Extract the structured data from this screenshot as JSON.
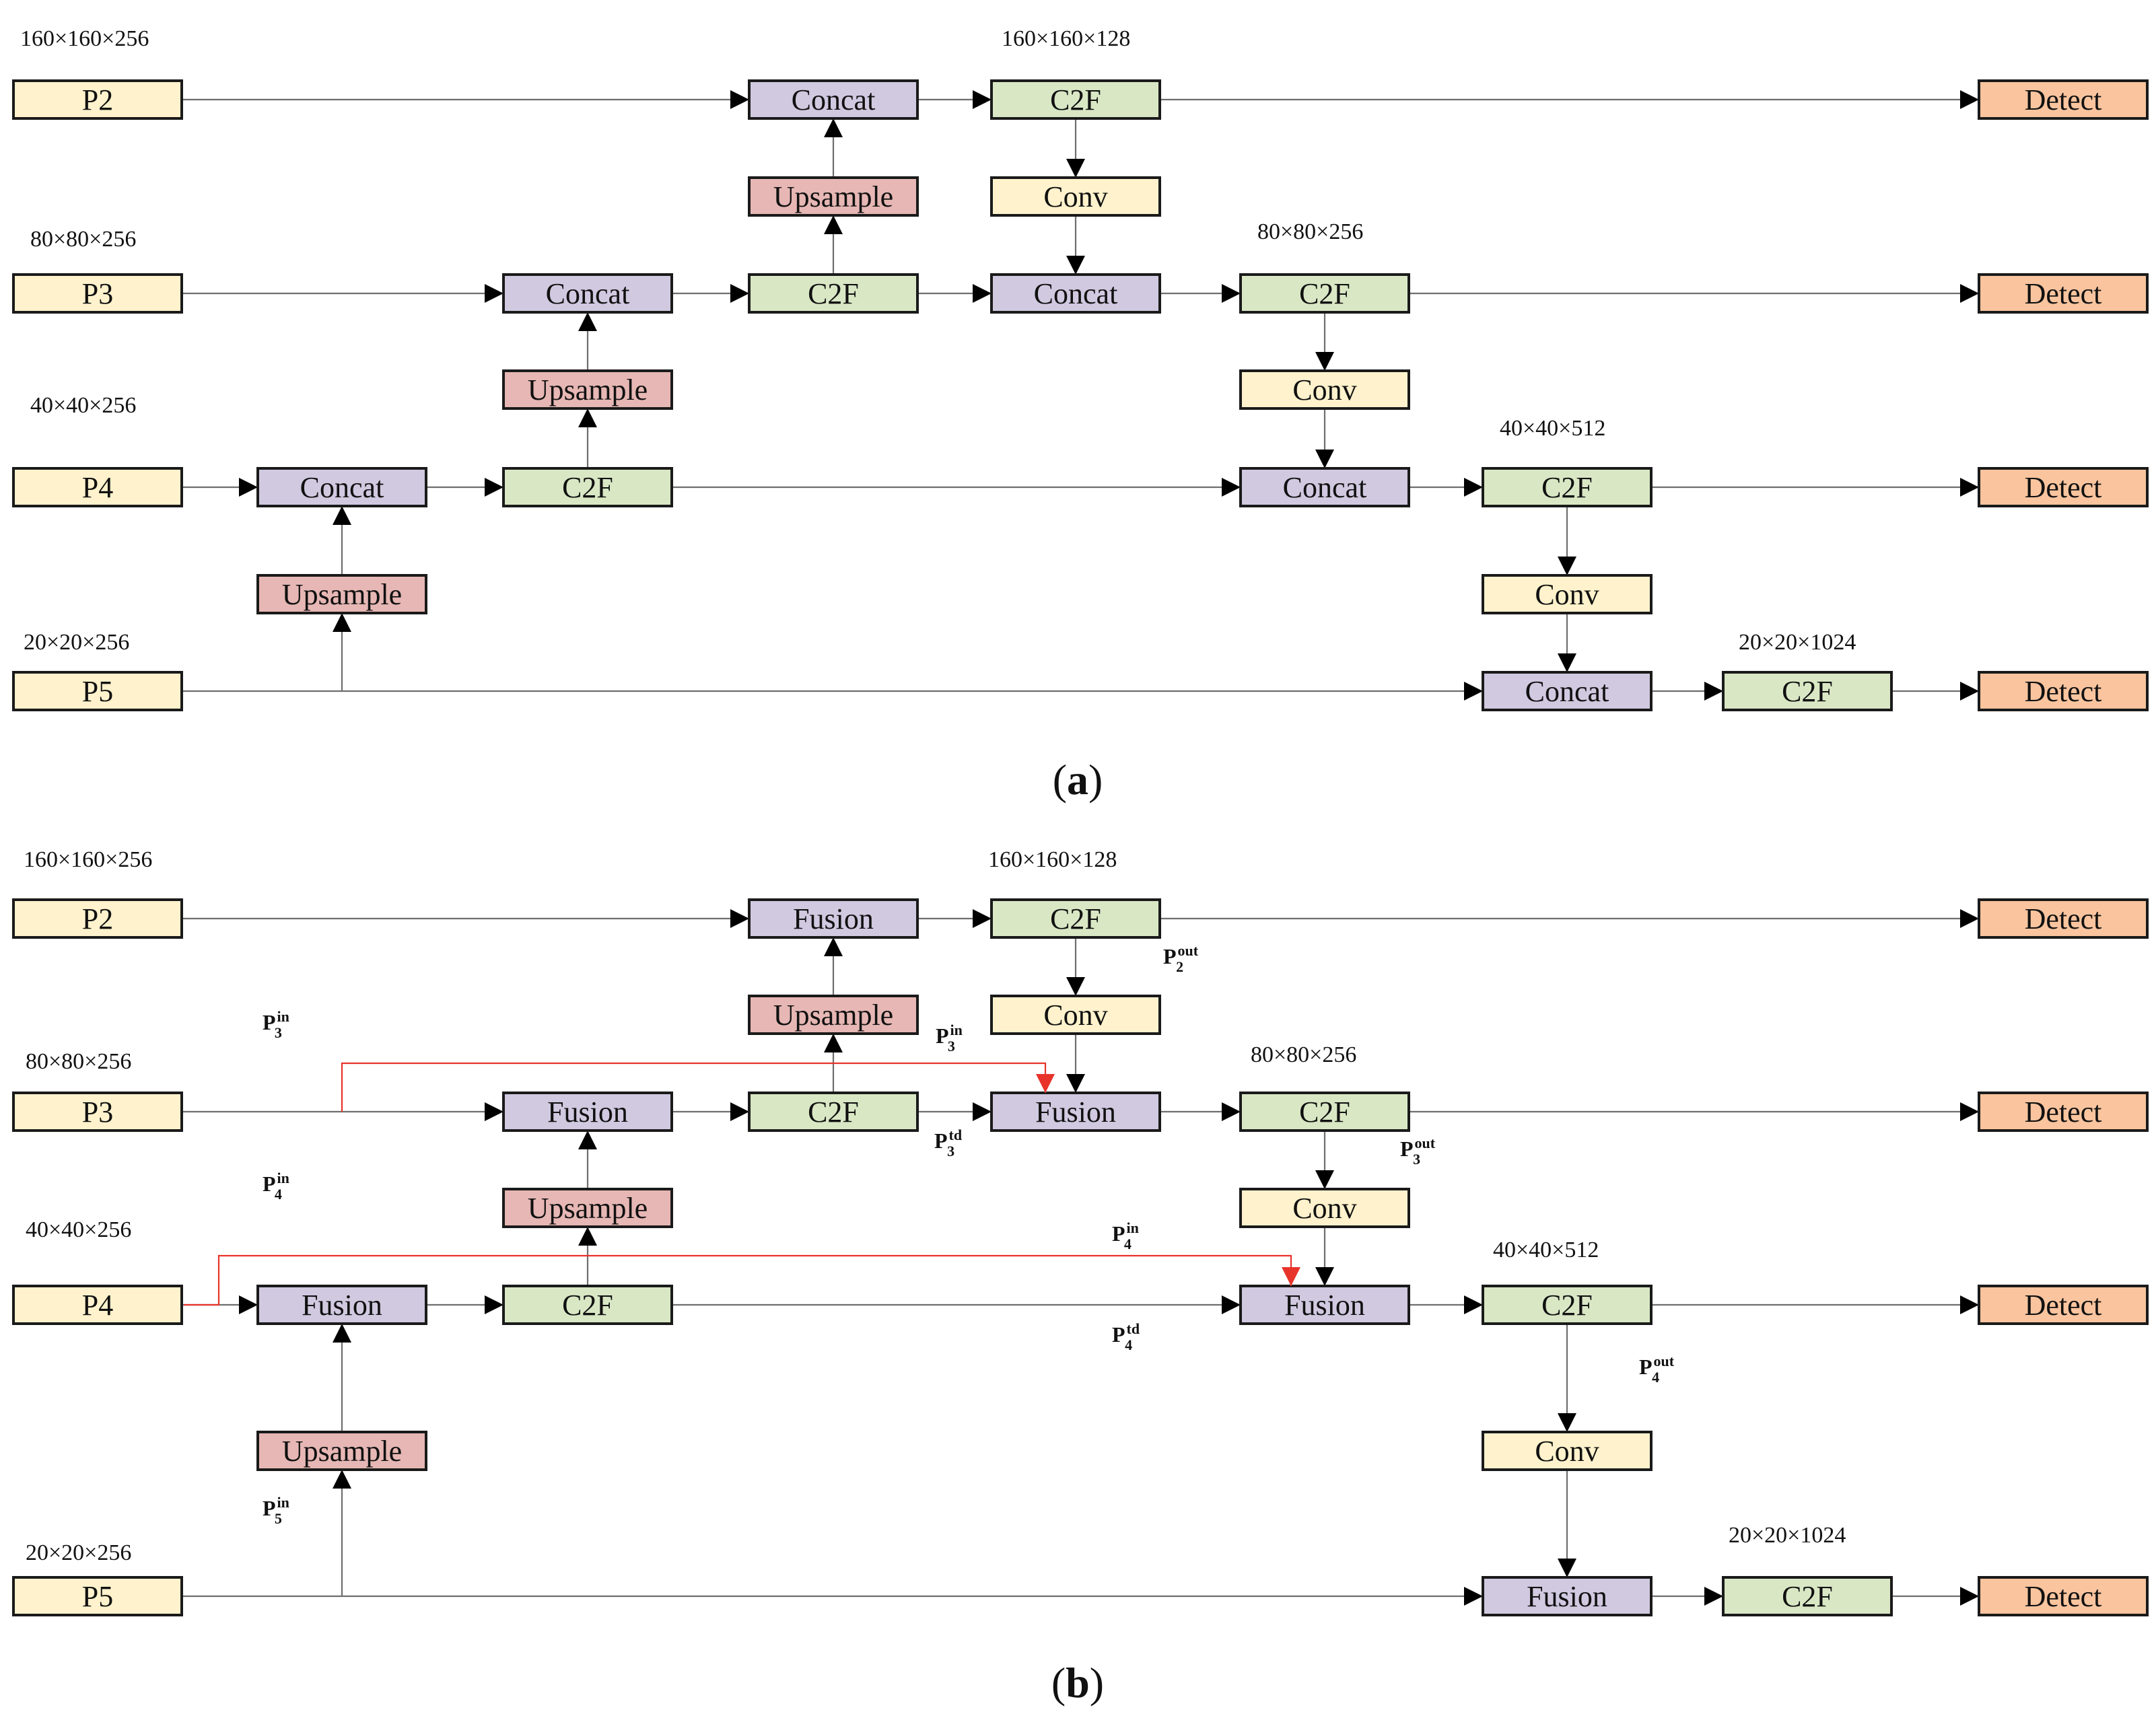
{
  "colors": {
    "input": "#fff2cc",
    "concat": "#d0c9e0",
    "upsample": "#e6b7b4",
    "c2f": "#d9e7c5",
    "conv": "#fff2cc",
    "detect": "#f9c49e",
    "edge": "#6e6e6e",
    "highlight": "#e8332a"
  },
  "captions": {
    "a": "a",
    "b": "b"
  },
  "panel_a": {
    "dims": [
      "160×160×256",
      "160×160×128",
      "80×80×256",
      "80×80×256",
      "40×40×256",
      "40×40×512",
      "20×20×256",
      "20×20×1024"
    ],
    "nodes": [
      {
        "label": "P2",
        "type": "input"
      },
      {
        "label": "Concat",
        "type": "concat"
      },
      {
        "label": "C2F",
        "type": "c2f"
      },
      {
        "label": "Detect",
        "type": "detect"
      },
      {
        "label": "Upsample",
        "type": "upsample"
      },
      {
        "label": "Conv",
        "type": "conv"
      },
      {
        "label": "P3",
        "type": "input"
      },
      {
        "label": "Concat",
        "type": "concat"
      },
      {
        "label": "C2F",
        "type": "c2f"
      },
      {
        "label": "Concat",
        "type": "concat"
      },
      {
        "label": "C2F",
        "type": "c2f"
      },
      {
        "label": "Detect",
        "type": "detect"
      },
      {
        "label": "Upsample",
        "type": "upsample"
      },
      {
        "label": "Conv",
        "type": "conv"
      },
      {
        "label": "P4",
        "type": "input"
      },
      {
        "label": "Concat",
        "type": "concat"
      },
      {
        "label": "C2F",
        "type": "c2f"
      },
      {
        "label": "Concat",
        "type": "concat"
      },
      {
        "label": "C2F",
        "type": "c2f"
      },
      {
        "label": "Detect",
        "type": "detect"
      },
      {
        "label": "Upsample",
        "type": "upsample"
      },
      {
        "label": "Conv",
        "type": "conv"
      },
      {
        "label": "P5",
        "type": "input"
      },
      {
        "label": "Concat",
        "type": "concat"
      },
      {
        "label": "C2F",
        "type": "c2f"
      },
      {
        "label": "Detect",
        "type": "detect"
      }
    ]
  },
  "panel_b": {
    "dims": [
      "160×160×256",
      "160×160×128",
      "80×80×256",
      "80×80×256",
      "40×40×256",
      "40×40×512",
      "20×20×256",
      "20×20×1024"
    ],
    "nodes": [
      {
        "label": "P2",
        "type": "input"
      },
      {
        "label": "Fusion",
        "type": "concat"
      },
      {
        "label": "C2F",
        "type": "c2f"
      },
      {
        "label": "Detect",
        "type": "detect"
      },
      {
        "label": "Upsample",
        "type": "upsample"
      },
      {
        "label": "Conv",
        "type": "conv"
      },
      {
        "label": "P3",
        "type": "input"
      },
      {
        "label": "Fusion",
        "type": "concat"
      },
      {
        "label": "C2F",
        "type": "c2f"
      },
      {
        "label": "Fusion",
        "type": "concat"
      },
      {
        "label": "C2F",
        "type": "c2f"
      },
      {
        "label": "Detect",
        "type": "detect"
      },
      {
        "label": "Upsample",
        "type": "upsample"
      },
      {
        "label": "Conv",
        "type": "conv"
      },
      {
        "label": "P4",
        "type": "input"
      },
      {
        "label": "Fusion",
        "type": "concat"
      },
      {
        "label": "C2F",
        "type": "c2f"
      },
      {
        "label": "Fusion",
        "type": "concat"
      },
      {
        "label": "C2F",
        "type": "c2f"
      },
      {
        "label": "Detect",
        "type": "detect"
      },
      {
        "label": "Upsample",
        "type": "upsample"
      },
      {
        "label": "Conv",
        "type": "conv"
      },
      {
        "label": "P5",
        "type": "input"
      },
      {
        "label": "Fusion",
        "type": "concat"
      },
      {
        "label": "C2F",
        "type": "c2f"
      },
      {
        "label": "Detect",
        "type": "detect"
      }
    ],
    "math_labels": [
      {
        "main": "P",
        "sub": "3",
        "sup": "in"
      },
      {
        "main": "P",
        "sub": "3",
        "sup": "in"
      },
      {
        "main": "P",
        "sub": "2",
        "sup": "out"
      },
      {
        "main": "P",
        "sub": "3",
        "sup": "td"
      },
      {
        "main": "P",
        "sub": "4",
        "sup": "in"
      },
      {
        "main": "P",
        "sub": "3",
        "sup": "out"
      },
      {
        "main": "P",
        "sub": "4",
        "sup": "in"
      },
      {
        "main": "P",
        "sub": "4",
        "sup": "td"
      },
      {
        "main": "P",
        "sub": "4",
        "sup": "out"
      },
      {
        "main": "P",
        "sub": "5",
        "sup": "in"
      }
    ]
  }
}
